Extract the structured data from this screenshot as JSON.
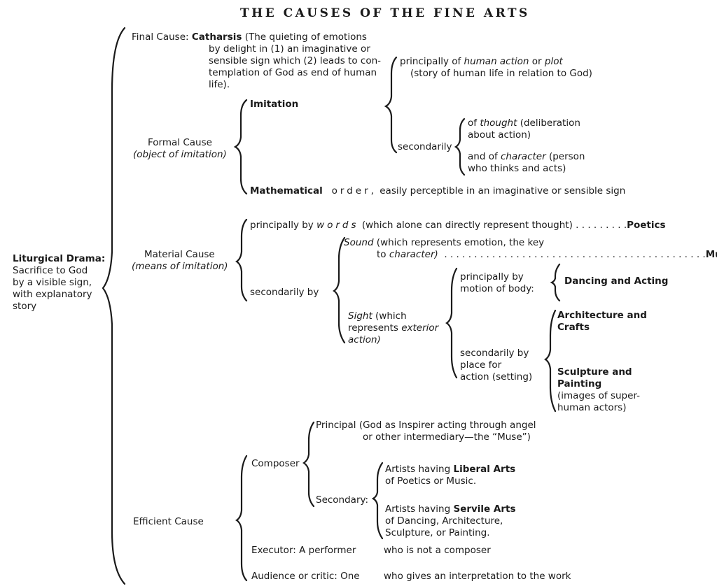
{
  "title": "THE CAUSES OF THE FINE ARTS",
  "root": {
    "label": "Liturgical Drama:",
    "desc": "Sacrifice to God\nby a visible sign,\nwith explanatory\nstory"
  },
  "final": {
    "label": "Final Cause:",
    "catharsis": "Catharsis",
    "desc1": " (The quieting of emotions",
    "desc2": "by delight in (1) an imaginative or\nsensible sign which (2) leads to con-\ntemplation of God as end of human\nlife)."
  },
  "formal": {
    "label": "Formal Cause",
    "sublabel": "(object of imitation)",
    "imitation": "Imitation",
    "principal": {
      "prefix": "principally of ",
      "human_action": "human action",
      "or": " or ",
      "plot": "plot",
      "line2": "(story of human life in relation to God)"
    },
    "secondarily": "secondarily",
    "thought": {
      "prefix": "of ",
      "word": "thought",
      "suffix": " (deliberation",
      "line2": "about action)"
    },
    "character": {
      "prefix": "and of ",
      "word": "character",
      "suffix": " (person",
      "line2": "who thinks and acts)"
    },
    "mathematical": "Mathematical",
    "order": "order,",
    "order_desc": "easily perceptible in an imaginative or sensible sign"
  },
  "material": {
    "label": "Material Cause",
    "sublabel": "(means of imitation)",
    "words": {
      "prefix": "principally by ",
      "word": "words",
      "suffix": " (which alone can directly represent thought)",
      "leader": ". .  . . . . . . .",
      "art": "Poetics"
    },
    "secondarily_by": "secondarily by",
    "sound": {
      "word": "Sound",
      "suffix": " (which represents emotion, the key",
      "to": "to ",
      "character": "character)",
      "leader": ". . . . . . . . . . . . . . . . . . . . . . . . . . . . . . . . . . . . . . . . . . . .",
      "art": "Music"
    },
    "sight": {
      "word": "Sight",
      "suffix": " (which",
      "line2": "represents ",
      "exterior": "exterior",
      "line3": "action)"
    },
    "motion": "principally by\nmotion of body:",
    "dancing": "Dancing and Acting",
    "place": "secondarily by\nplace for\naction (setting)",
    "architecture": "Architecture and\nCrafts",
    "sculpture": "Sculpture and\nPainting",
    "sculpture_desc": "(images of super-\nhuman actors)"
  },
  "efficient": {
    "label": "Efficient Cause",
    "composer": "Composer",
    "principal": "Principal (God as Inspirer acting through angel",
    "principal2": "or other intermediary—the “Muse”)",
    "secondary": "Secondary:",
    "liberal": {
      "prefix": "Artists having ",
      "bold": "Liberal Arts",
      "line2": "of Poetics or Music."
    },
    "servile": {
      "prefix": "Artists having ",
      "bold": "Servile Arts",
      "line2": "of Dancing, Architecture,\nSculpture, or Painting."
    },
    "executor": "Executor: A performer",
    "executor_desc": "who is not a composer",
    "audience": "Audience or critic: One",
    "audience_desc": "who gives an interpretation to the work"
  }
}
